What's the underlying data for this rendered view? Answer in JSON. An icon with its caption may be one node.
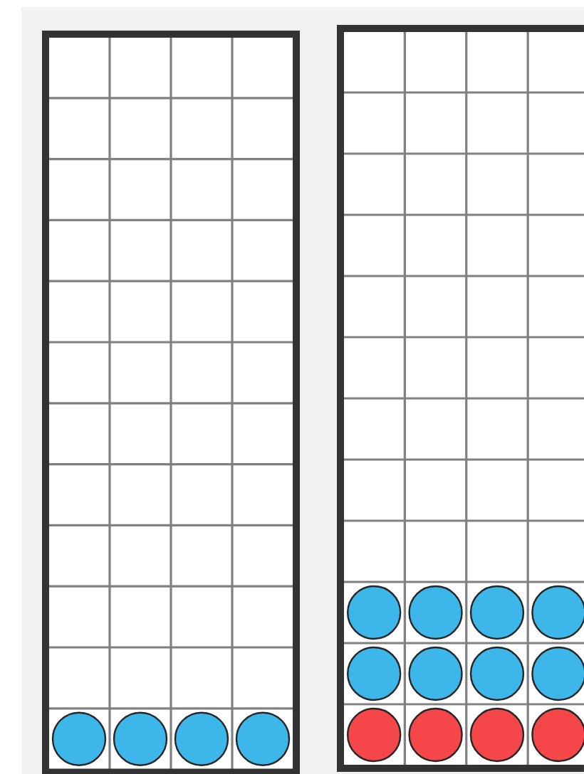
{
  "diagram": {
    "nodes": [
      {
        "text": [],
        "shape": "box"
      },
      {
        "text": [],
        "shape": "box"
      },
      {
        "text": [],
        "shape": "circle",
        "in": 0
      },
      {
        "text": [],
        "shape": "circle",
        "in": 0
      },
      {
        "text": [],
        "shape": "circle",
        "in": 0
      },
      {
        "text": [],
        "shape": "circle",
        "in": 0
      },
      {
        "text": [],
        "shape": "circle",
        "in": 1
      },
      {
        "text": [],
        "shape": "circle",
        "in": 1
      },
      {
        "text": [],
        "shape": "circle",
        "in": 1
      },
      {
        "text": [],
        "shape": "circle",
        "in": 1
      },
      {
        "text": [],
        "shape": "circle",
        "in": 1
      },
      {
        "text": [],
        "shape": "circle",
        "in": 1
      },
      {
        "text": [],
        "shape": "circle",
        "in": 1
      },
      {
        "text": [],
        "shape": "circle",
        "in": 1
      },
      {
        "text": [],
        "shape": "circle",
        "in": 1
      },
      {
        "text": [],
        "shape": "circle",
        "in": 1
      },
      {
        "text": [],
        "shape": "circle",
        "in": 1
      },
      {
        "text": [],
        "shape": "circle",
        "in": 1
      }
    ]
  }
}
